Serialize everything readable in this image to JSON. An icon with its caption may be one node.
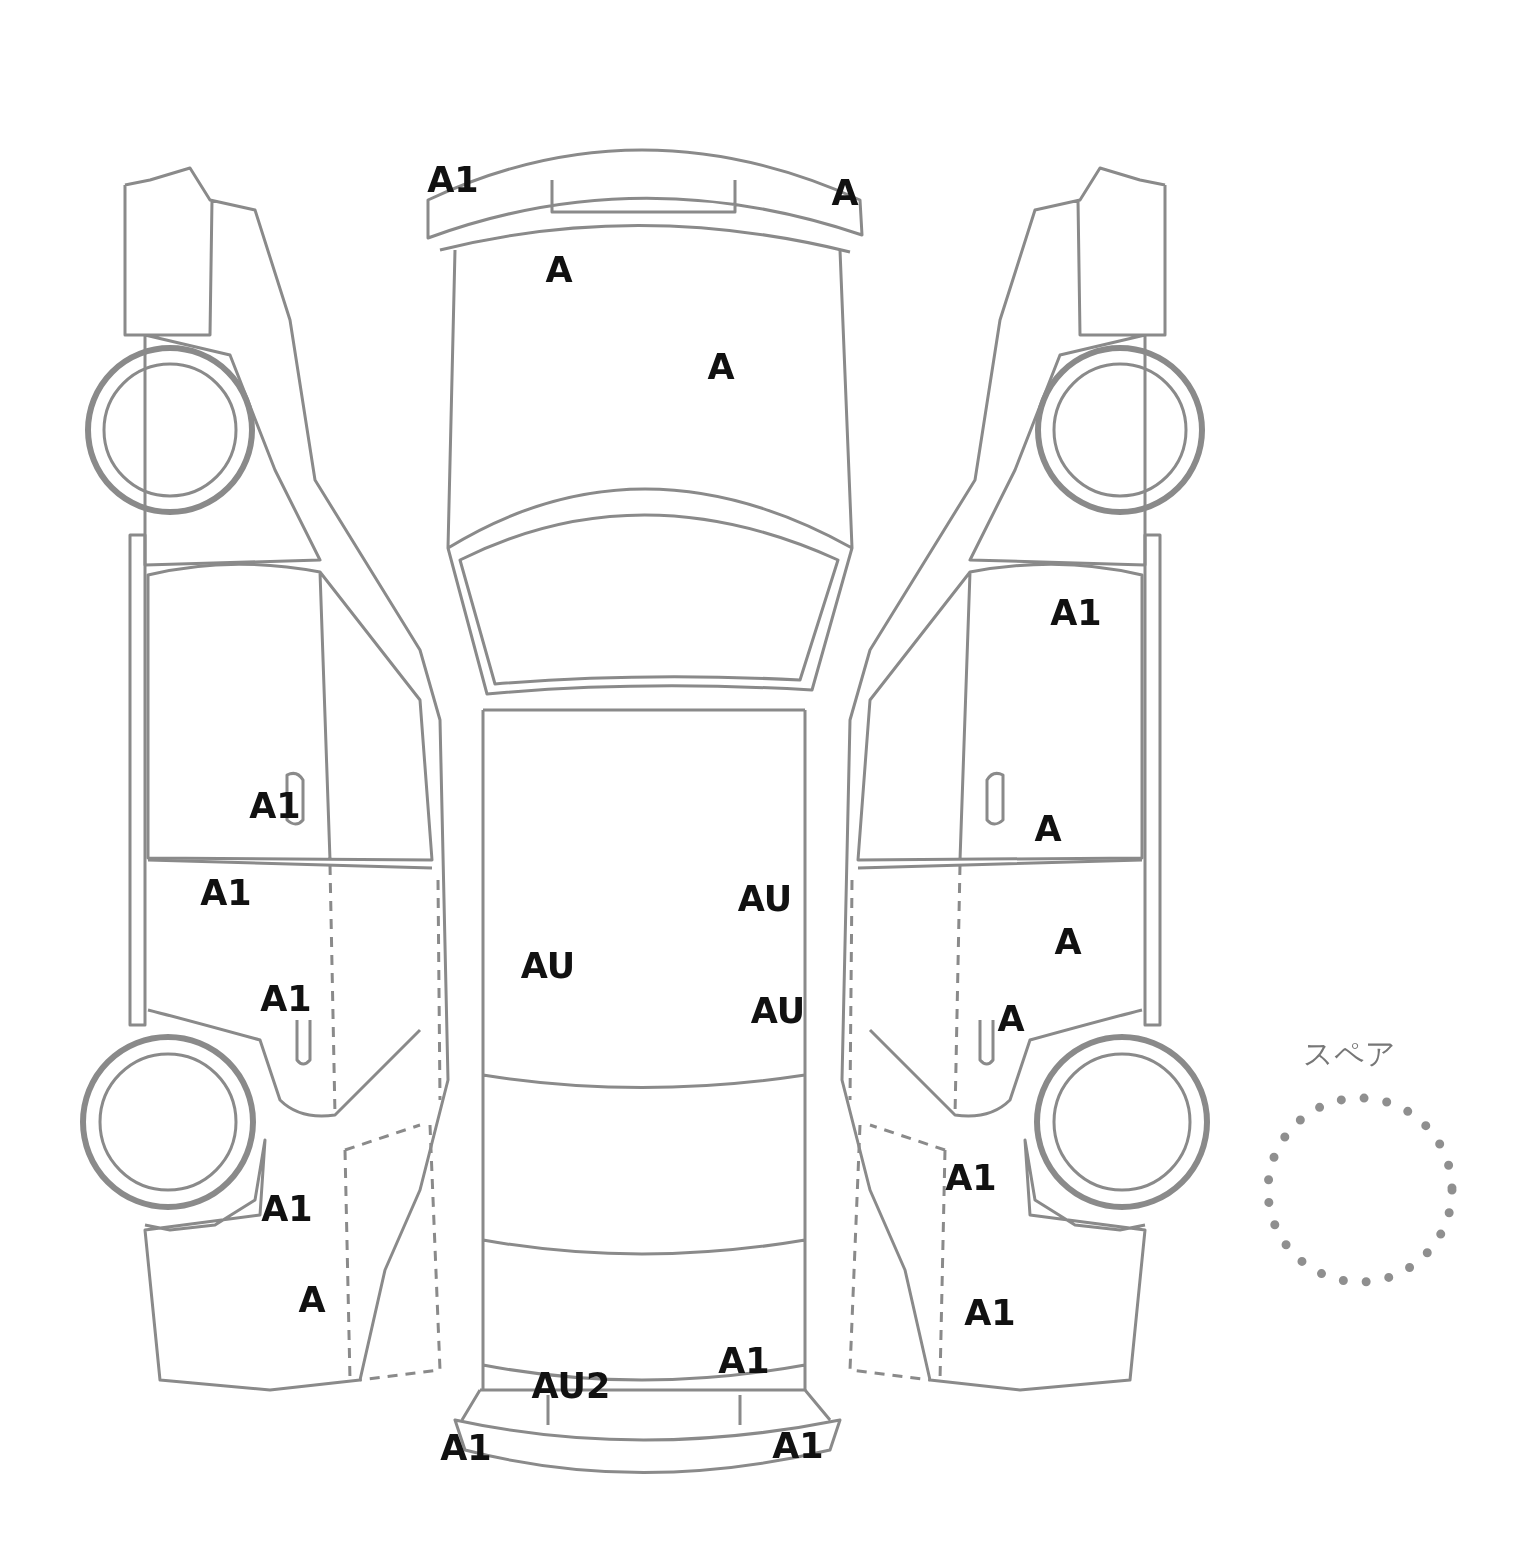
{
  "diagram": {
    "nodes": [
      {
        "text": [
          "スペア"
        ]
      }
    ],
    "edges": [],
    "labels": [
      "A1",
      "A",
      "A",
      "A",
      "A1",
      "A1",
      "A",
      "A1",
      "AU",
      "A",
      "AU",
      "A1",
      "AU",
      "A",
      "A1",
      "A1",
      "A",
      "A1",
      "A1",
      "AU2",
      "A1",
      "A1"
    ]
  }
}
